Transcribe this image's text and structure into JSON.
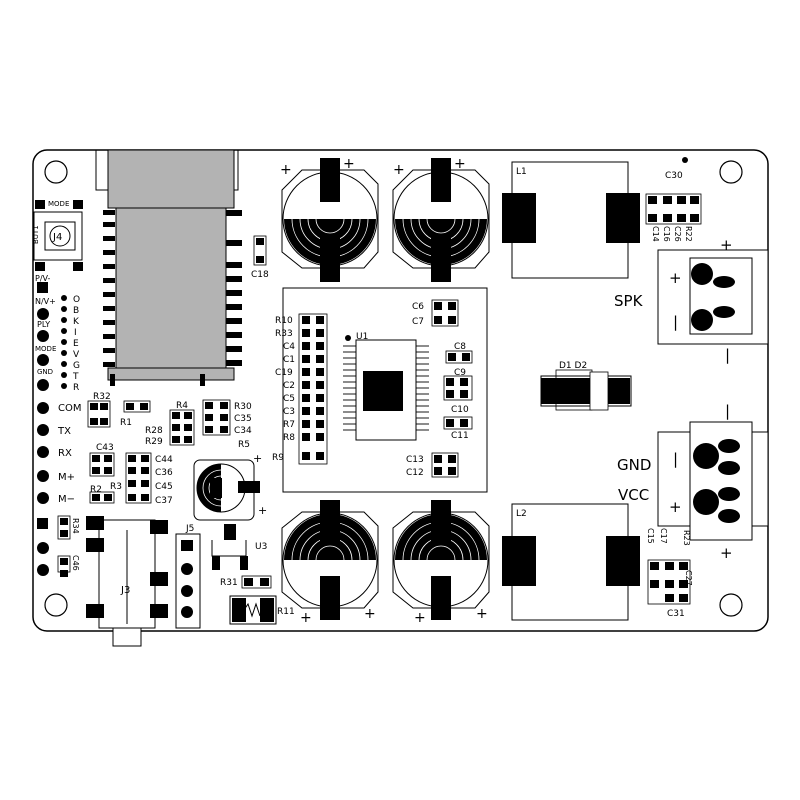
{
  "colors": {
    "board": "#ffffff",
    "ink": "#000000",
    "module_fill": "#b3b3b3"
  },
  "header_labels": {
    "mode_top": "MODE",
    "but1": "BUT1",
    "j4": "J4",
    "pv_minus": "P/V-",
    "nv_plus": "N/V+",
    "ply": "PLY",
    "mode": "MODE",
    "gnd_small": "GND",
    "com": "COM",
    "tx": "TX",
    "rx": "RX",
    "m_plus": "M+",
    "m_minus": "M−"
  },
  "obkivgtr": [
    "O",
    "B",
    "K",
    "I",
    "E",
    "V",
    "G",
    "T",
    "R"
  ],
  "designators": {
    "r32": "R32",
    "r1": "R1",
    "r4": "R4",
    "r30": "R30",
    "r28": "R28",
    "c35": "C35",
    "r29": "R29",
    "c34": "C34",
    "r5": "R5",
    "c43": "C43",
    "c44": "C44",
    "c36": "C36",
    "c45": "C45",
    "r2": "R2",
    "r3": "R3",
    "c37": "C37",
    "r34": "R34",
    "c46": "C46",
    "j3": "J3",
    "j5": "J5",
    "u3": "U3",
    "r31": "R31",
    "r11": "R11",
    "c18": "C18",
    "u1": "U1",
    "c6": "C6",
    "c7": "C7",
    "c8": "C8",
    "c9": "C9",
    "c10": "C10",
    "c11": "C11",
    "c13": "C13",
    "c12": "C12",
    "l1": "L1",
    "l2": "L2",
    "d1d2": "D1 D2",
    "c30": "C30",
    "c16": "C16",
    "c26": "C26",
    "r22": "R22",
    "c14": "C14",
    "c15": "C15",
    "c17": "C17",
    "r23": "R23",
    "c27": "C27",
    "c31": "C31"
  },
  "u1_left_labels": [
    "R10",
    "R33",
    "C4",
    "C1",
    "C19",
    "C2",
    "C5",
    "C3",
    "R7",
    "R8",
    "R9"
  ],
  "connector_labels": {
    "spk": "SPK",
    "gnd": "GND",
    "vcc": "VCC",
    "plus": "+",
    "minus": "−",
    "bar": "|"
  }
}
